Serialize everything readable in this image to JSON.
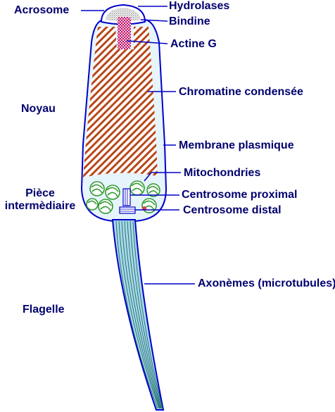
{
  "colors": {
    "outline": "#0000c8",
    "text": "#00006e",
    "chromatin": "#b8481a",
    "cytoplasm": "#e6f4fb",
    "mitochondria": "#2f9a2f",
    "actin": "#c4166e",
    "bindin_dots": "#9a9a9a",
    "flagellum_fill": "#a8d8e8",
    "flagellum_lines": "#1d6a6a"
  },
  "icons": [
    "acrosome-shape",
    "nucleus-shape",
    "mitochondrion-shape",
    "centrosome-shape",
    "flagellum-shape"
  ],
  "left_labels": {
    "acrosome": "Acrosome",
    "nucleus": "Noyau",
    "midpiece_line1": "Pièce",
    "midpiece_line2": "intermèdiaire",
    "flagellum": "Flagelle"
  },
  "right_labels": {
    "hydrolases": "Hydrolases",
    "bindin": "Bindine",
    "actin": "Actine G",
    "chromatin": "Chromatine condensée",
    "membrane": "Membrane plasmique",
    "mitochondria": "Mitochondries",
    "centrosome_proximal": "Centrosome proximal",
    "centrosome_distal": "Centrosome distal",
    "axonemes": "Axonèmes (microtubules)"
  }
}
